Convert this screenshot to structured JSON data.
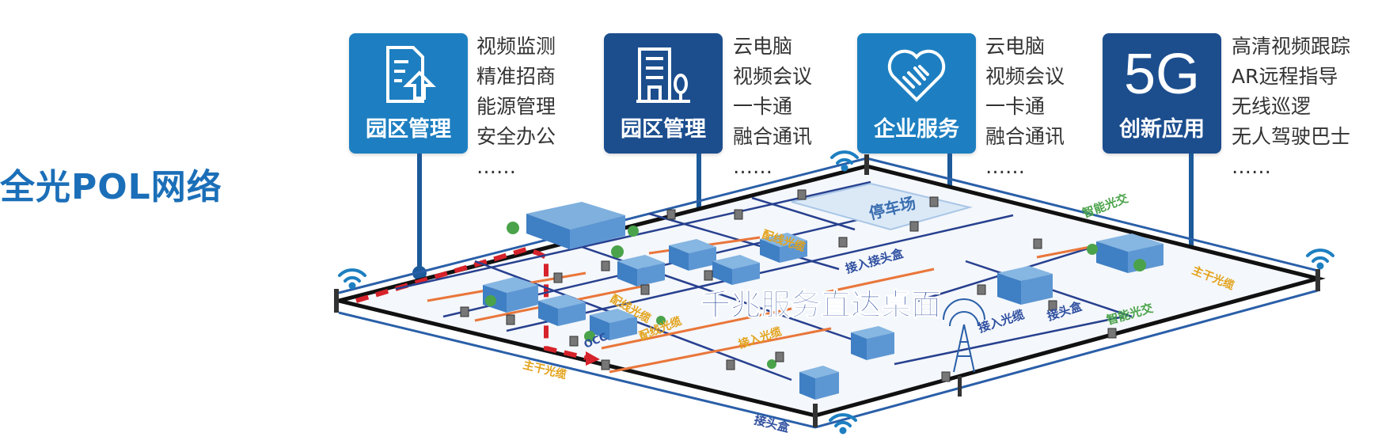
{
  "title": "全光POL网络",
  "cards": [
    {
      "label": "园区管理",
      "icon": "park-document-icon",
      "items": [
        "视频监测",
        "精准招商",
        "能源管理",
        "安全办公",
        "……"
      ]
    },
    {
      "label": "园区管理",
      "icon": "building-icon",
      "items": [
        "云电脑",
        "视频会议",
        "一卡通",
        "融合通讯",
        "……"
      ]
    },
    {
      "label": "企业服务",
      "icon": "handshake-heart-icon",
      "items": [
        "云电脑",
        "视频会议",
        "一卡通",
        "融合通讯",
        "……"
      ]
    },
    {
      "label": "创新应用",
      "icon_text": "5G",
      "items": [
        "高清视频跟踪",
        "AR远程指导",
        "无线巡逻",
        "无人驾驶巴士",
        "……"
      ]
    }
  ],
  "map": {
    "center_text": "千兆服务直达桌面",
    "parking": "停车场",
    "occ": "OCC",
    "labels": {
      "feeder_cable_1": "配线光缆",
      "feeder_cable_2": "配线光缆",
      "feeder_cable_3": "配线光缆",
      "access_box_1": "接入接头盒",
      "access_cable_1": "接入光缆",
      "access_cable_2": "接入光缆",
      "splice_box_1": "接头盒",
      "splice_box_2": "接头盒",
      "smart_cross_1": "智能光交",
      "smart_cross_2": "智能光交",
      "trunk_1": "主干光缆",
      "trunk_2": "主干光缆"
    }
  },
  "colors": {
    "light_blue": "#1d7fc1",
    "dark_blue": "#1c4e8e",
    "title_blue": "#1b6fb8",
    "trunk_red": "#d6222a",
    "orange_cable": "#e9763a",
    "label_gold": "#e3a21a"
  }
}
